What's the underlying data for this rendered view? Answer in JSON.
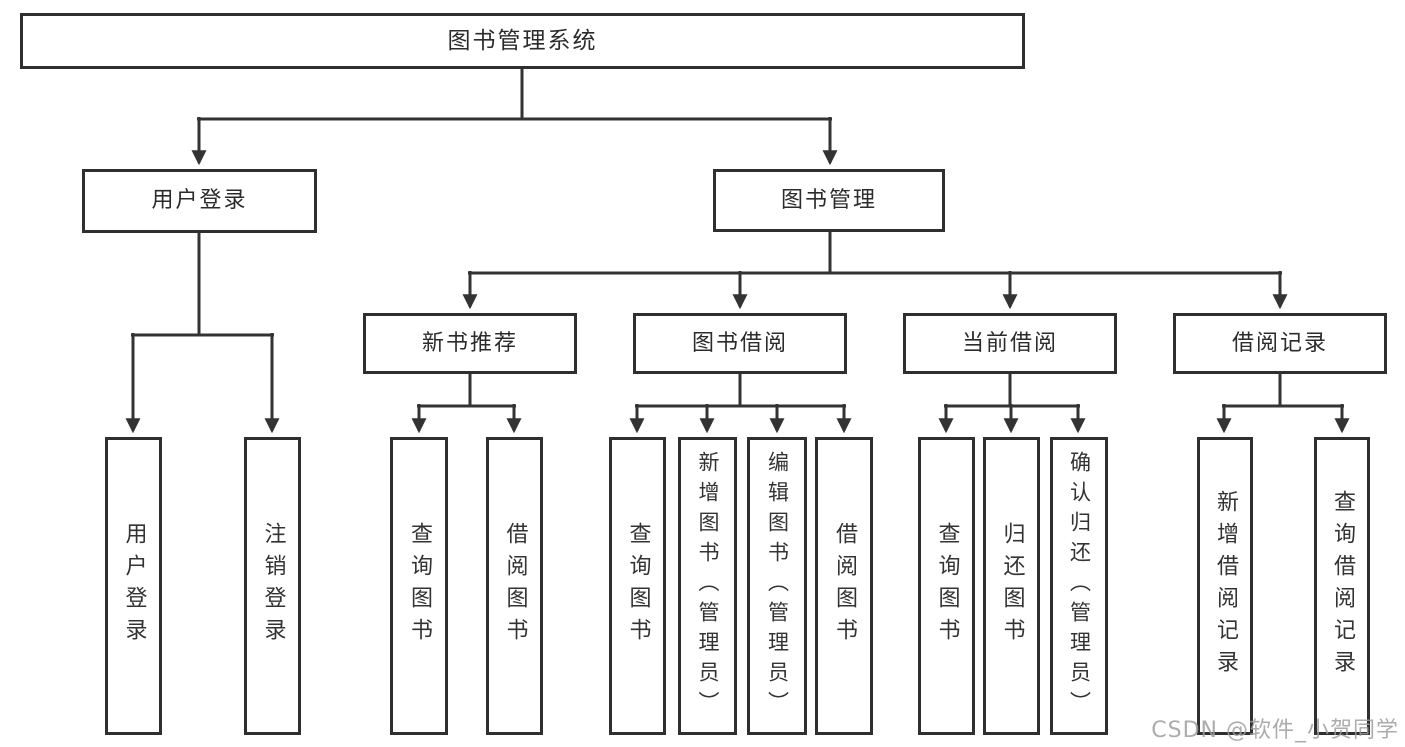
{
  "colors": {
    "line": "#333333",
    "box_border": "#2f2f2f",
    "text": "#2b2b2b",
    "watermark": "#9e9e9e",
    "background": "#ffffff"
  },
  "watermark": {
    "text": "CSDN @软件_小贺同学"
  },
  "tree": {
    "root": {
      "label": "图书管理系统"
    },
    "children": [
      {
        "label": "用户登录",
        "children": [
          {
            "label": "用户登录"
          },
          {
            "label": "注销登录"
          }
        ]
      },
      {
        "label": "图书管理",
        "children": [
          {
            "label": "新书推荐",
            "children": [
              {
                "label": "查询图书"
              },
              {
                "label": "借阅图书"
              }
            ]
          },
          {
            "label": "图书借阅",
            "children": [
              {
                "label": "查询图书"
              },
              {
                "label": "新增图书（管理员）"
              },
              {
                "label": "编辑图书（管理员）"
              },
              {
                "label": "借阅图书"
              }
            ]
          },
          {
            "label": "当前借阅",
            "children": [
              {
                "label": "查询图书"
              },
              {
                "label": "归还图书"
              },
              {
                "label": "确认归还（管理员）"
              }
            ]
          },
          {
            "label": "借阅记录",
            "children": [
              {
                "label": "新增借阅记录"
              },
              {
                "label": "查询借阅记录"
              }
            ]
          }
        ]
      }
    ]
  }
}
